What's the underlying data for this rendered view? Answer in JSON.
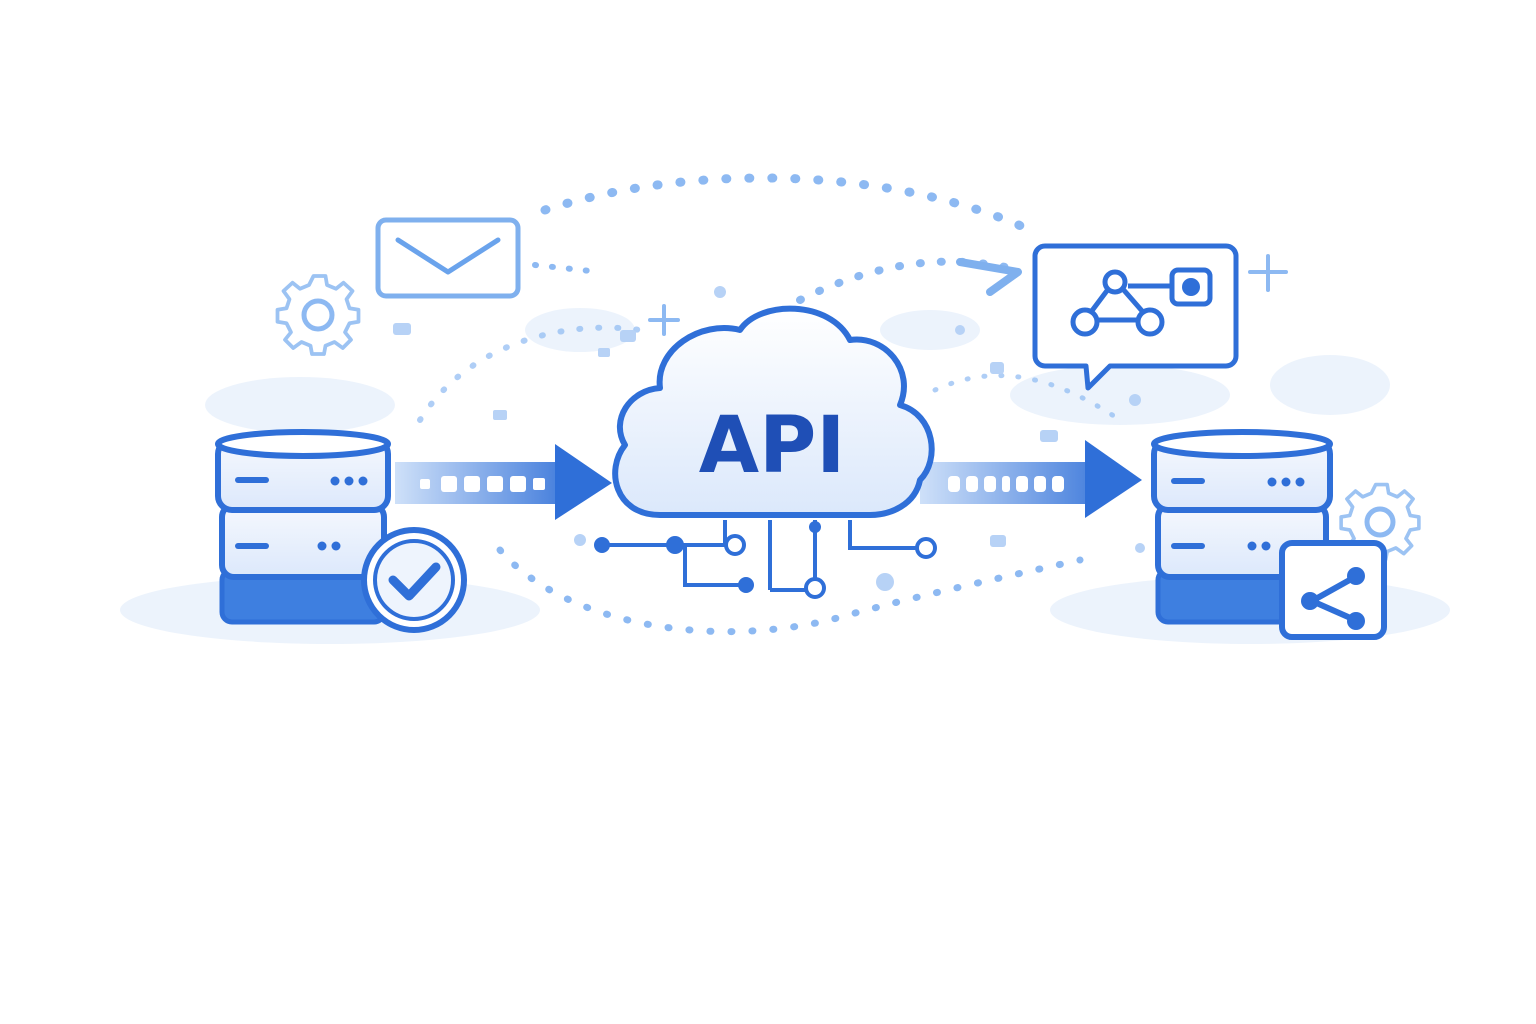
{
  "diagram": {
    "cloud_label": "API",
    "colors": {
      "primary": "#2f6fd8",
      "primary_dark": "#1f58c4",
      "light": "#dce9fb",
      "pale": "#eef4fd",
      "mid": "#7fb0ee",
      "text": "#1f4fb6"
    },
    "nodes": [
      {
        "name": "source-database",
        "icon": "database-icon",
        "badge": "check-icon"
      },
      {
        "name": "api-cloud",
        "icon": "cloud-icon"
      },
      {
        "name": "destination-database",
        "icon": "database-icon",
        "badge": "share-icon"
      }
    ],
    "decorations": [
      "envelope-icon",
      "gear-icon",
      "chat-network-icon",
      "plus-icon"
    ]
  }
}
